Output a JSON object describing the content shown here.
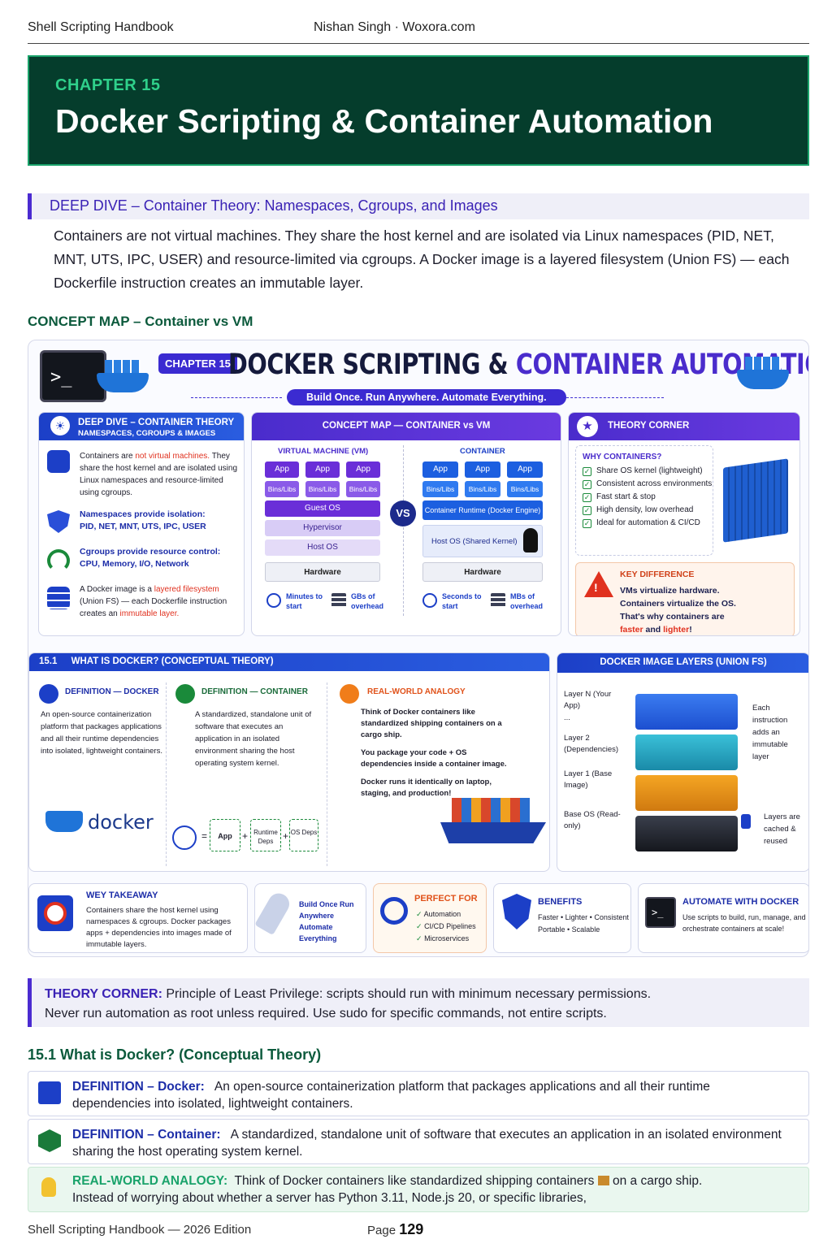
{
  "running_head": {
    "left": "Shell Scripting Handbook",
    "center": "Nishan Singh · Woxora.com"
  },
  "chapter": {
    "kicker": "CHAPTER 15",
    "title": "Docker Scripting & Container Automation"
  },
  "deep_dive": {
    "heading": "DEEP DIVE – Container Theory: Namespaces, Cgroups, and Images",
    "body": "Containers are not virtual machines. They share the host kernel and are isolated via Linux namespaces (PID, NET, MNT, UTS, IPC, USER) and resource-limited via cgroups. A Docker image is a layered filesystem (Union FS) — each Dockerfile instruction creates an immutable layer."
  },
  "concept_map_label": "CONCEPT MAP – Container vs VM",
  "infographic": {
    "terminal_prompt": ">_",
    "chapter_chip": "CHAPTER 15",
    "title_part1": "DOCKER SCRIPTING & ",
    "title_part2": "CONTAINER AUTOMATION",
    "tagline": "Build Once. Run Anywhere. Automate Everything.",
    "deep_dive_card": {
      "head_line1": "DEEP DIVE – CONTAINER THEORY",
      "head_line2": "NAMESPACES, CGROUPS & IMAGES",
      "item1_pre": "Containers are ",
      "item1_red": "not virtual machines.",
      "item1_post": "They share the host kernel and are isolated using Linux namespaces and resource-limited using cgroups.",
      "item2_title": "Namespaces provide isolation:",
      "item2_value": "PID, NET, MNT, UTS, IPC, USER",
      "item3_title": "Cgroups provide resource control:",
      "item3_value": "CPU, Memory, I/O, Network",
      "item4_pre": "A Docker image is a ",
      "item4_red": "layered filesystem",
      "item4_mid": "(Union FS) — each Dockerfile instruction creates an ",
      "item4_red2": "immutable layer."
    },
    "concept_card": {
      "head": "CONCEPT MAP — CONTAINER vs VM",
      "vm_label": "VIRTUAL MACHINE (VM)",
      "container_label": "CONTAINER",
      "app": "App",
      "bins": "Bins/Libs",
      "guest_os": "Guest OS",
      "hypervisor": "Hypervisor",
      "host_os": "Host OS",
      "hardware": "Hardware",
      "runtime": "Container Runtime (Docker Engine)",
      "host_os_shared": "Host OS (Shared Kernel)",
      "vs": "VS",
      "vm_start": "Minutes to start",
      "vm_overhead": "GBs of overhead",
      "c_start": "Seconds to start",
      "c_overhead": "MBs of overhead"
    },
    "theory_card": {
      "head": "THEORY CORNER",
      "why": "WHY CONTAINERS?",
      "checks": [
        "Share OS kernel (lightweight)",
        "Consistent across environments",
        "Fast start & stop",
        "High density, low overhead",
        "Ideal for automation & CI/CD"
      ],
      "key_title": "KEY DIFFERENCE",
      "key_line1": "VMs virtualize hardware.",
      "key_line2": "Containers virtualize the OS.",
      "key_line3": "That's why containers are",
      "key_faster": "faster",
      "key_and": "and",
      "key_lighter": "lighter",
      "key_end": "!"
    },
    "docker_card": {
      "num": "15.1",
      "head": "WHAT IS DOCKER? (CONCEPTUAL THEORY)",
      "def1_title": "DEFINITION — DOCKER",
      "def1_text": "An open-source containerization platform that packages applications and all their runtime dependencies into isolated, lightweight containers.",
      "def2_title": "DEFINITION — CONTAINER",
      "def2_text": "A standardized, standalone unit of software that executes an application in an isolated environment sharing the host operating system kernel.",
      "analogy_title": "REAL-WORLD ANALOGY",
      "analogy_p1": "Think of Docker containers like standardized shipping containers on a cargo ship.",
      "analogy_p2": "You package your code + OS dependencies inside a container image.",
      "analogy_p3": "Docker runs it identically on laptop, staging, and production!",
      "docker_logo_text": "docker",
      "eq_app": "App",
      "eq_runtime": "Runtime Deps",
      "eq_os": "OS Deps"
    },
    "layers_card": {
      "head": "DOCKER IMAGE LAYERS (UNION FS)",
      "layer_n": "Layer N (Your App)",
      "ellipsis": "...",
      "layer_2": "Layer 2 (Dependencies)",
      "layer_1": "Layer 1 (Base Image)",
      "base_os": "Base OS (Read-only)",
      "note1": "Each instruction adds an immutable layer",
      "note2": "Layers are cached & reused"
    },
    "bottom": {
      "takeaway_title": "WEY TAKEAWAY",
      "takeaway_text": "Containers share the host kernel using namespaces & cgroups. Docker packages apps + dependencies into images made of immutable layers.",
      "rocket_text": "Build Once Run Anywhere Automate Everything",
      "perfect_title": "PERFECT FOR",
      "perfect_items": [
        "Automation",
        "CI/CD Pipelines",
        "Microservices"
      ],
      "benefits_title": "BENEFITS",
      "benefits_text": "Faster • Lighter • Consistent Portable • Scalable",
      "automate_title": "AUTOMATE WITH DOCKER",
      "automate_text": "Use scripts to build, run, manage, and orchestrate containers at scale!"
    }
  },
  "theory_corner": {
    "label": "THEORY CORNER:",
    "line1": "Principle of Least Privilege: scripts should run with minimum necessary permissions.",
    "line2": "Never run automation as root unless required. Use sudo for specific commands, not entire scripts."
  },
  "section": {
    "heading": "15.1  What is Docker? (Conceptual Theory)",
    "def_docker_label": "DEFINITION – Docker:",
    "def_docker_text": "An open-source containerization platform that packages applications and all their runtime dependencies into isolated, lightweight containers.",
    "def_container_label": "DEFINITION – Container:",
    "def_container_text": "A standardized, standalone unit of software that executes an application in an isolated environment sharing the host operating system kernel.",
    "analogy_label": "REAL-WORLD ANALOGY:",
    "analogy_text_a": "Think of Docker containers like standardized shipping containers",
    "analogy_text_b": "on a cargo ship.",
    "analogy_text_c": "Instead of worrying about whether a server has Python 3.11, Node.js 20, or specific libraries,"
  },
  "footer": {
    "left": "Shell Scripting Handbook — 2026 Edition",
    "page_label": "Page",
    "page_number": "129"
  },
  "colors": {
    "banner": "#053d2c",
    "accent_violet": "#4b2bd1",
    "accent_blue": "#1c3fc7",
    "accent_green": "#1aa36b"
  }
}
